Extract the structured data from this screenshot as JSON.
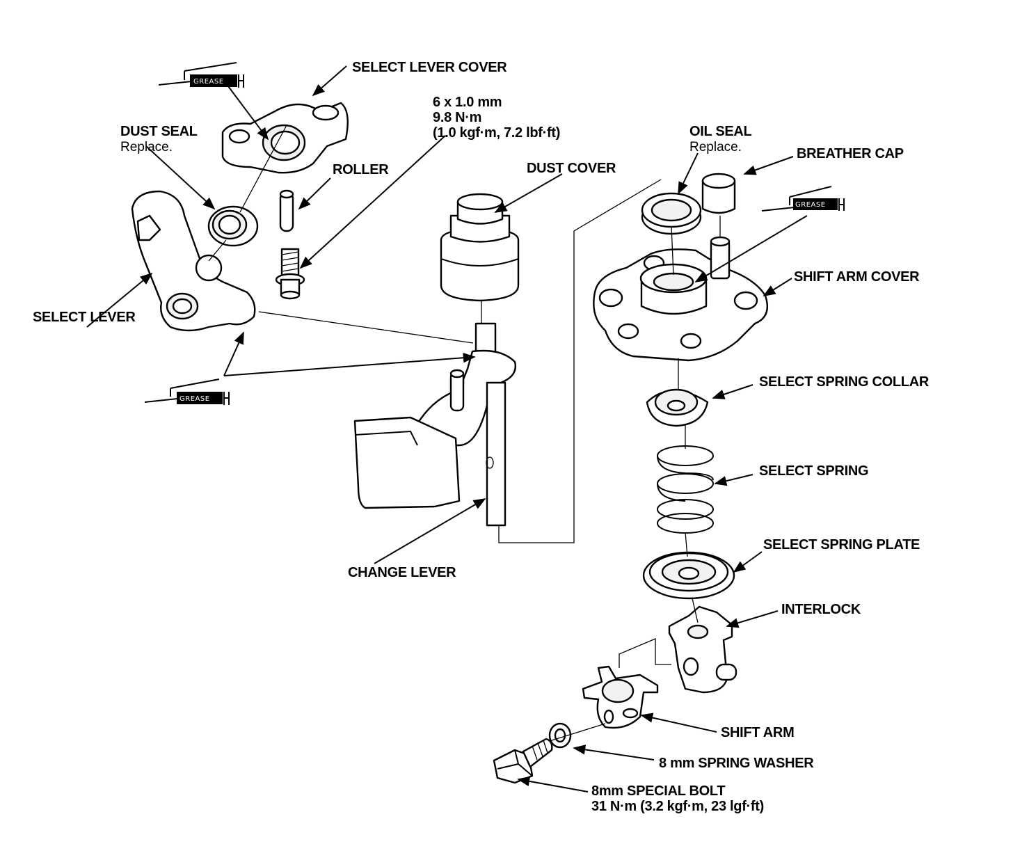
{
  "labels": {
    "select_lever_cover": "SELECT LEVER COVER",
    "bolt_spec_1": "6 x 1.0 mm",
    "bolt_spec_2": "9.8 N·m",
    "bolt_spec_3": "(1.0 kgf·m, 7.2 lbf·ft)",
    "dust_seal": "DUST SEAL",
    "dust_seal_note": "Replace.",
    "roller": "ROLLER",
    "dust_cover": "DUST COVER",
    "oil_seal": "OIL SEAL",
    "oil_seal_note": "Replace.",
    "breather_cap": "BREATHER CAP",
    "shift_arm_cover": "SHIFT ARM COVER",
    "select_lever": "SELECT LEVER",
    "select_spring_collar": "SELECT SPRING COLLAR",
    "select_spring": "SELECT SPRING",
    "select_spring_plate": "SELECT SPRING PLATE",
    "change_lever": "CHANGE LEVER",
    "interlock": "INTERLOCK",
    "shift_arm": "SHIFT ARM",
    "spring_washer": "8 mm SPRING WASHER",
    "special_bolt": "8mm SPECIAL BOLT",
    "special_bolt_torque": "31 N·m (3.2 kgf·m, 23 lgf·ft)"
  },
  "grease_tags": [
    "GREASE",
    "GREASE",
    "GREASE"
  ],
  "colors": {
    "ink": "#000000",
    "paper": "#ffffff"
  }
}
